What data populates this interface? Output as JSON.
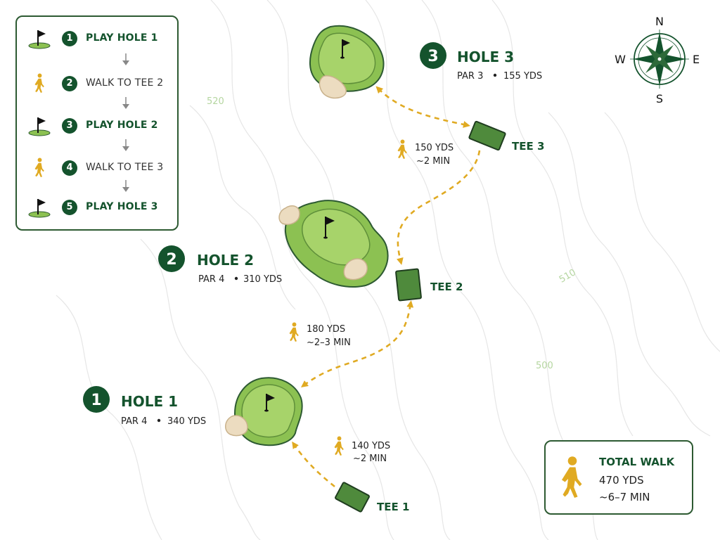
{
  "steps": [
    {
      "num": "1",
      "label": "PLAY HOLE 1",
      "kind": "play",
      "icon": "flag-icon"
    },
    {
      "num": "2",
      "label": "WALK TO TEE 2",
      "kind": "walk",
      "icon": "walker-icon"
    },
    {
      "num": "3",
      "label": "PLAY HOLE 2",
      "kind": "play",
      "icon": "flag-icon"
    },
    {
      "num": "4",
      "label": "WALK TO TEE 3",
      "kind": "walk",
      "icon": "walker-icon"
    },
    {
      "num": "5",
      "label": "PLAY HOLE 3",
      "kind": "play",
      "icon": "flag-icon"
    }
  ],
  "holes": [
    {
      "num": "1",
      "title": "HOLE 1",
      "par": "PAR 4",
      "yards": "340 YDS"
    },
    {
      "num": "2",
      "title": "HOLE 2",
      "par": "PAR 4",
      "yards": "310 YDS"
    },
    {
      "num": "3",
      "title": "HOLE 3",
      "par": "PAR 3",
      "yards": "155 YDS"
    }
  ],
  "tees": [
    "TEE 1",
    "TEE 2",
    "TEE 3"
  ],
  "walks": [
    {
      "yards": "140 YDS",
      "time": "~2 MIN"
    },
    {
      "yards": "180 YDS",
      "time": "~2–3 MIN"
    },
    {
      "yards": "150 YDS",
      "time": "~2 MIN"
    }
  ],
  "contours": [
    "520",
    "510",
    "500"
  ],
  "compass": {
    "n": "N",
    "s": "S",
    "e": "E",
    "w": "W"
  },
  "total": {
    "title": "TOTAL WALK",
    "yards": "470 YDS",
    "time": "~6–7 MIN"
  },
  "colors": {
    "dark_green": "#14532d",
    "fairway": "#8cc152",
    "green": "#a7d36a",
    "tee_box": "#4f8a3c",
    "walk_path": "#e0aa22",
    "sand": "#ecdcc0",
    "contour": "#e6e6e6"
  }
}
